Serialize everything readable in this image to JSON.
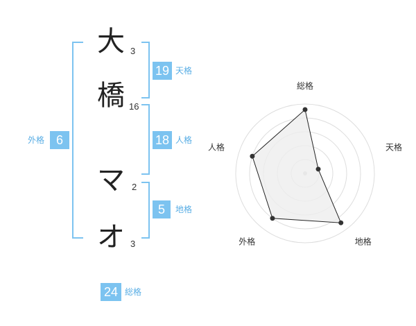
{
  "name": {
    "chars": [
      {
        "char": "大",
        "strokes": "3"
      },
      {
        "char": "橋",
        "strokes": "16"
      },
      {
        "char": "マ",
        "strokes": "2"
      },
      {
        "char": "オ",
        "strokes": "3"
      }
    ]
  },
  "kaku": {
    "tenkaku": {
      "value": "19",
      "label": "天格"
    },
    "jinkaku": {
      "value": "18",
      "label": "人格"
    },
    "chikaku": {
      "value": "5",
      "label": "地格"
    },
    "gaikaku": {
      "value": "6",
      "label": "外格"
    },
    "soukaku": {
      "value": "24",
      "label": "総格"
    }
  },
  "chart_data": {
    "type": "radar",
    "axes": [
      "総格",
      "天格",
      "地格",
      "外格",
      "人格"
    ],
    "values": [
      4.6,
      1.0,
      4.4,
      4.0,
      4.0
    ],
    "max": 5,
    "rings": 5,
    "fill_color": "#eeeeee",
    "line_color": "#222222",
    "ring_color": "#dddddd"
  }
}
